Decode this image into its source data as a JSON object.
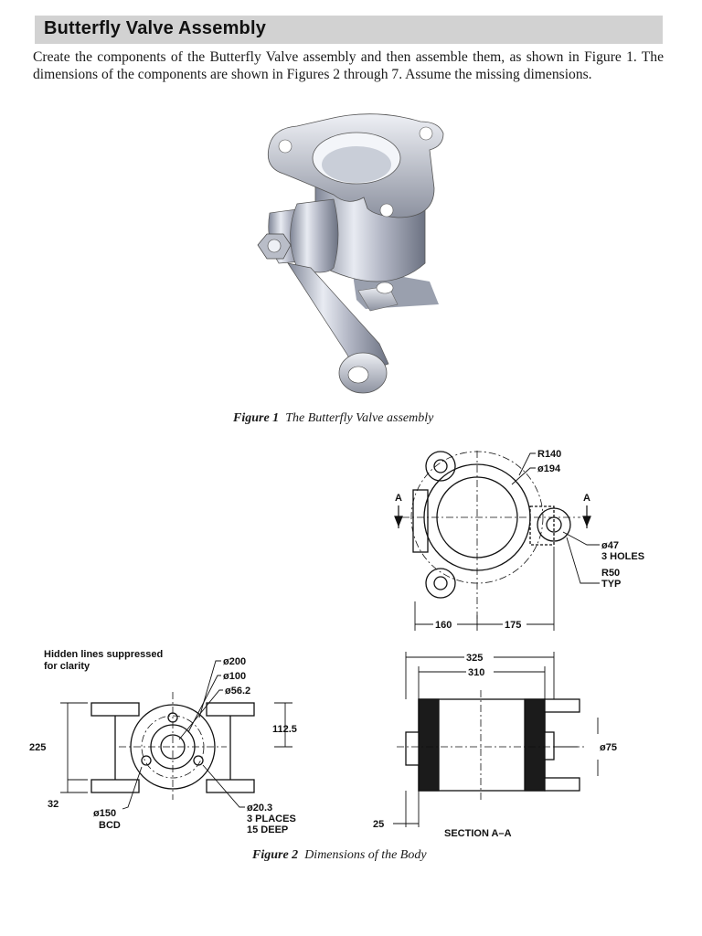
{
  "heading": "Butterfly Valve Assembly",
  "intro": "Create the components of the Butterfly Valve assembly and then assemble them, as shown in Figure 1. The dimensions of the components are shown in Figures 2 through 7. Assume the missing dimensions.",
  "figure1": {
    "label": "Figure 1",
    "text": "The Butterfly Valve assembly"
  },
  "figure2": {
    "label": "Figure 2",
    "text": "Dimensions of the Body"
  },
  "top_view": {
    "r140": "R140",
    "d194": "ø194",
    "d47": "ø47",
    "holes": "3 HOLES",
    "r50": "R50",
    "typ": "TYP",
    "d160": "160",
    "d175": "175",
    "section_a": "A"
  },
  "front_view": {
    "note_line1": "Hidden lines suppressed",
    "note_line2": "for clarity",
    "d200": "ø200",
    "d100": "ø100",
    "d56": "ø56.2",
    "d112": "112.5",
    "d225": "225",
    "d32": "32",
    "d150": "ø150",
    "bcd": "BCD",
    "d20": "ø20.3",
    "places": "3 PLACES",
    "deep": "15 DEEP"
  },
  "section_view": {
    "d325": "325",
    "d310": "310",
    "d75": "ø75",
    "d25": "25",
    "label": "SECTION A–A"
  }
}
